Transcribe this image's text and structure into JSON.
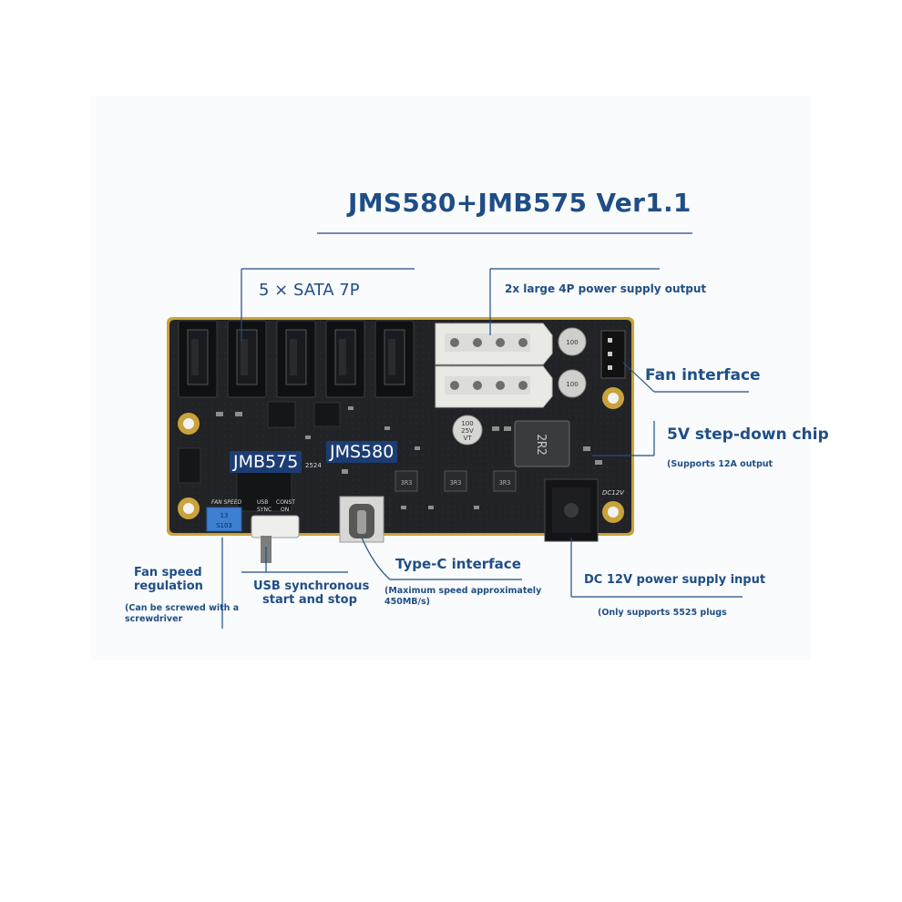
{
  "title": "JMS580+JMB575 Ver1.1",
  "labels": {
    "sata": "5 × SATA 7P",
    "power_out": "2x large 4P power supply output",
    "fan_interface": "Fan interface",
    "stepdown_title": "5V step-down chip",
    "stepdown_note": "(Supports 12A output",
    "chip_jmb575": "JMB575",
    "chip_jms580": "JMS580",
    "fan_speed_title_line1": "Fan speed",
    "fan_speed_title_line2": "regulation",
    "fan_speed_note_line1": "(Can be screwed with a",
    "fan_speed_note_line2": "screwdriver",
    "usb_sync_line1": "USB synchronous",
    "usb_sync_line2": "start and stop",
    "typec_title": "Type-C interface",
    "typec_note_line1": "(Maximum speed approximately",
    "typec_note_line2": "450MB/s)",
    "dc_title": "DC 12V power supply input",
    "dc_note": "(Only supports 5525 plugs"
  },
  "silkscreen": {
    "fan_speed": "FAN SPEED",
    "usb_sync": "USB",
    "sync": "SYNC",
    "const": "CONST",
    "on": "ON",
    "cap_1": "100",
    "cap_2": "25V",
    "cap_3": "VT",
    "inductor": "2R2",
    "res": "3R3",
    "dc12v": "DC12V",
    "board_num": "2524",
    "pot_13": "13",
    "pot_103": "S103"
  },
  "colors": {
    "accent": "#1f4e86",
    "board": "#222326",
    "board_edge": "#c9a33a"
  }
}
